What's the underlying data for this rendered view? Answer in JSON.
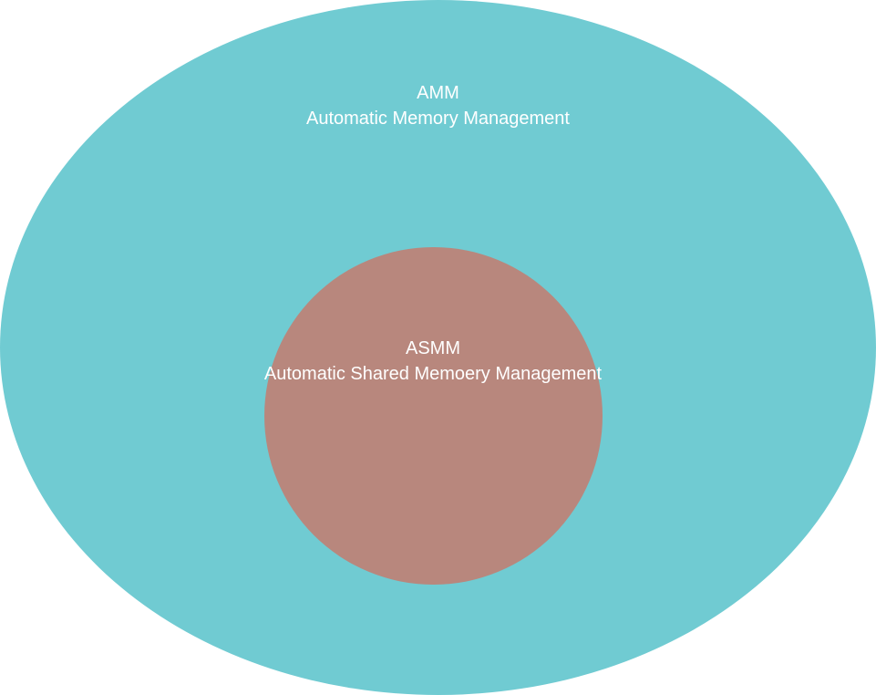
{
  "colors": {
    "outer_fill": "#70CBD2",
    "inner_fill": "#B8877D",
    "text": "#FFFFFF"
  },
  "outer": {
    "abbr": "AMM",
    "name": "Automatic Memory Management"
  },
  "inner": {
    "abbr": "ASMM",
    "name": "Automatic Shared Memoery Management"
  }
}
